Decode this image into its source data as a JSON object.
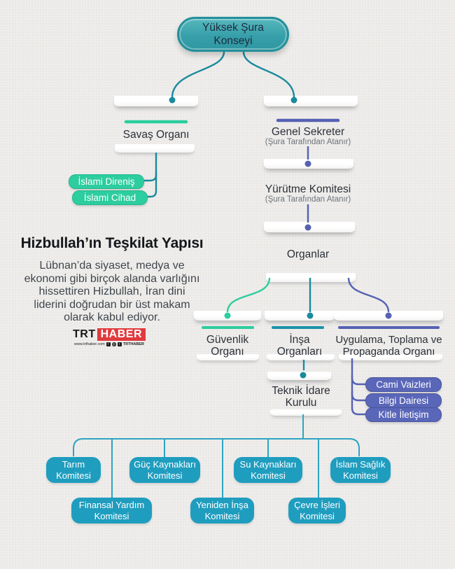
{
  "colors": {
    "background": "#eeedeb",
    "teal_wire": "#1a8a9d",
    "mint": "#2ccd9e",
    "purple": "#5661b3",
    "cyan_box": "#1f9dbf",
    "cyan_wire": "#2ea4c2",
    "root_fill": "#379fa9",
    "root_border": "#23909b",
    "logo_red": "#e03a3e"
  },
  "root": {
    "lines": [
      "Yüksek Şura",
      "Konseyi"
    ]
  },
  "war_organ": {
    "title": "Savaş Organı",
    "children": [
      {
        "label": "İslami Direniş"
      },
      {
        "label": "İslami Cihad"
      }
    ]
  },
  "secretary": {
    "title": "Genel Sekreter",
    "subtitle": "(Şura Tarafından Atanır)"
  },
  "executive": {
    "title": "Yürütme Komitesi",
    "subtitle": "(Şura Tarafından Atanır)"
  },
  "organs": {
    "label": "Organlar"
  },
  "security_organ": {
    "lines": [
      "Güvenlik",
      "Organı"
    ]
  },
  "construction_organ": {
    "lines": [
      "İnşa",
      "Organları"
    ]
  },
  "propaganda_organ": {
    "lines": [
      "Uygulama, Toplama ve",
      "Propaganda Organı"
    ],
    "children": [
      {
        "label": "Cami Vaizleri"
      },
      {
        "label": "Bilgi Dairesi"
      },
      {
        "label": "Kitle İletişim"
      }
    ]
  },
  "technical_board": {
    "lines": [
      "Teknik İdare",
      "Kurulu"
    ]
  },
  "committees": [
    {
      "line1": "Tarım",
      "line2": "Komitesi"
    },
    {
      "line1": "Güç Kaynakları",
      "line2": "Komitesi"
    },
    {
      "line1": "Su Kaynakları",
      "line2": "Komitesi"
    },
    {
      "line1": "İslam Sağlık",
      "line2": "Komitesi"
    },
    {
      "line1": "Finansal Yardım",
      "line2": "Komitesi"
    },
    {
      "line1": "Yeniden İnşa",
      "line2": "Komitesi"
    },
    {
      "line1": "Çevre İşleri",
      "line2": "Komitesi"
    }
  ],
  "info": {
    "title": "Hizbullah’ın Teşkilat Yapısı",
    "body_lines": [
      "Lübnan’da siyaset, medya ve",
      "ekonomi gibi birçok alanda varlığını",
      "hissettiren Hizbullah, İran dini",
      "liderini doğrudan bir üst makam",
      "olarak kabul ediyor."
    ]
  },
  "logo": {
    "trt": "TRT",
    "haber": "HABER",
    "website": "www.trthaber.com",
    "handle": "TRTHABER"
  }
}
